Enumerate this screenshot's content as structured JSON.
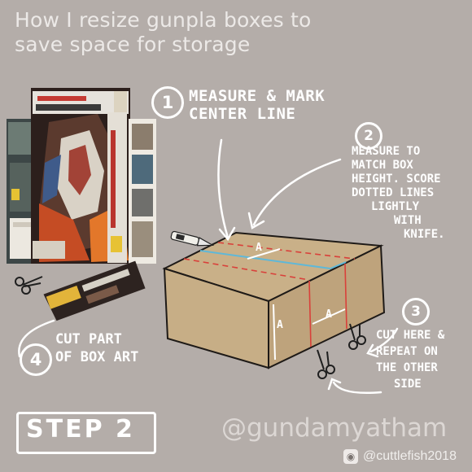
{
  "title": {
    "line1": "How I resize gunpla boxes to",
    "line2": "save space for storage"
  },
  "steps": [
    {
      "number": "1",
      "lines": [
        "Measure & mark",
        "center line"
      ]
    },
    {
      "number": "2",
      "lines": [
        "Measure to",
        "match box",
        "height. Score",
        "dotted lines",
        "lightly",
        "with",
        "knife."
      ]
    },
    {
      "number": "3",
      "lines": [
        "Cut here &",
        "repeat on",
        "the other",
        "side"
      ]
    },
    {
      "number": "4",
      "lines": [
        "Cut part",
        "of box art"
      ]
    }
  ],
  "dimension_labels": [
    "A",
    "A",
    "A"
  ],
  "step_badge": "STEP 2",
  "watermark": "@gundamyatham",
  "credit": {
    "icon": "weibo-icon",
    "handle": "@cuttlefish2018"
  },
  "colors": {
    "background": "#b4ada9",
    "cardboard": "#c7ae86",
    "center_line": "#5fb8d8",
    "cut_line": "#d9403a"
  }
}
